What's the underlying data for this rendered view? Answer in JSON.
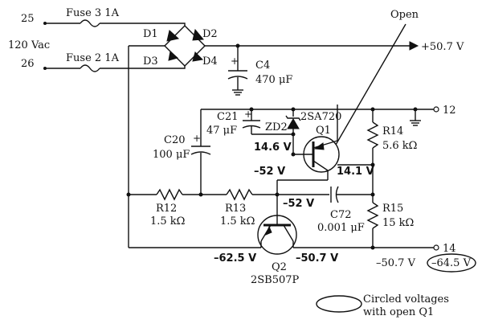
{
  "labels": {
    "terminal_25": "25",
    "terminal_26": "26",
    "input_voltage": "120 Vac",
    "fuse3": "Fuse 3 1A",
    "fuse2": "Fuse 2  1A",
    "d1": "D1",
    "d2": "D2",
    "d3": "D3",
    "d4": "D4",
    "c4_name": "C4",
    "c4_value": "470 μF",
    "output_voltage": "+50.7 V",
    "open": "Open",
    "c21_name": "C21",
    "c21_value": "47 μF",
    "zd2": "ZD2",
    "q1_type": "2SA720",
    "q1_name": "Q1",
    "terminal_12": "12",
    "r14_name": "R14",
    "r14_value": "5.6 kΩ",
    "c20_name": "C20",
    "c20_value": "100 μF",
    "v_q1_base": "14.6 V",
    "v_q1_collector": "–52 V",
    "v_q1_emitter": "14.1 V",
    "r12_name": "R12",
    "r12_value": "1.5 kΩ",
    "r13_name": "R13",
    "r13_value": "1.5 kΩ",
    "v_node": "–52 V",
    "c72_name": "C72",
    "c72_value": "0.001 μF",
    "r15_name": "R15",
    "r15_value": "15 kΩ",
    "terminal_14": "14",
    "v_q2_left": "–62.5 V",
    "v_q2_right": "–50.7 V",
    "v_14": "–50.7 V",
    "v_14_circled": "–64.5 V",
    "q2_name": "Q2",
    "q2_type": "2SB507P",
    "legend_line1": "Circled voltages",
    "legend_line2": "with open Q1",
    "plus": "+"
  }
}
